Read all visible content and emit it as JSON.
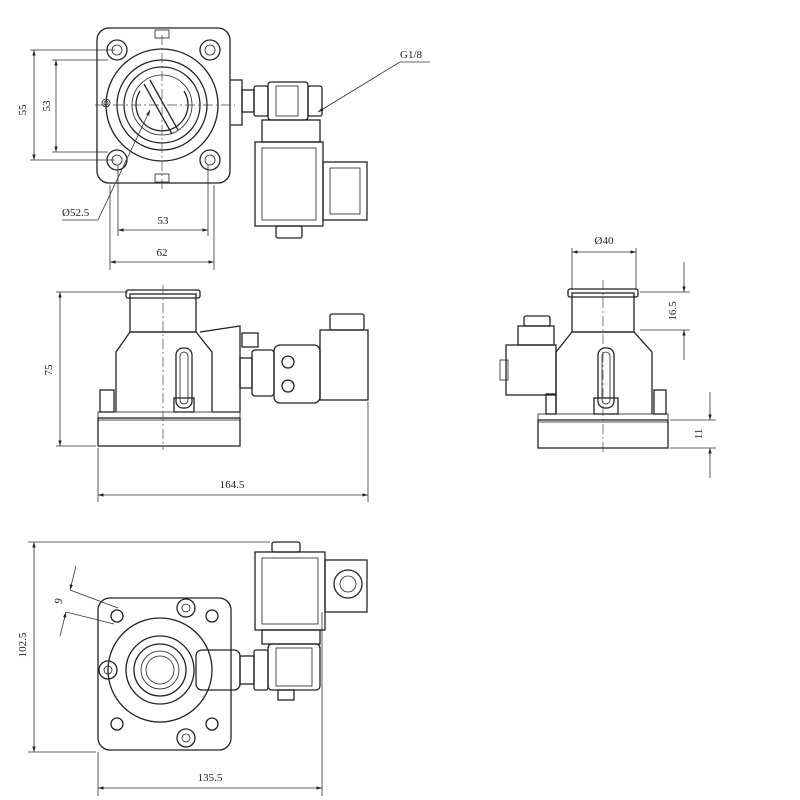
{
  "dimensions": {
    "top_height_outer": "55",
    "top_height_inner": "53",
    "thread": "G1/8",
    "diameter_body": "Ø52.5",
    "top_width_inner": "53",
    "top_width_outer": "62",
    "diameter_top": "Ø40",
    "height_total": "75",
    "length_total": "164.5",
    "neck_height": "16.5",
    "base_thickness": "11",
    "hole_size": "9",
    "bottom_height": "102.5",
    "bottom_width": "135.5"
  }
}
